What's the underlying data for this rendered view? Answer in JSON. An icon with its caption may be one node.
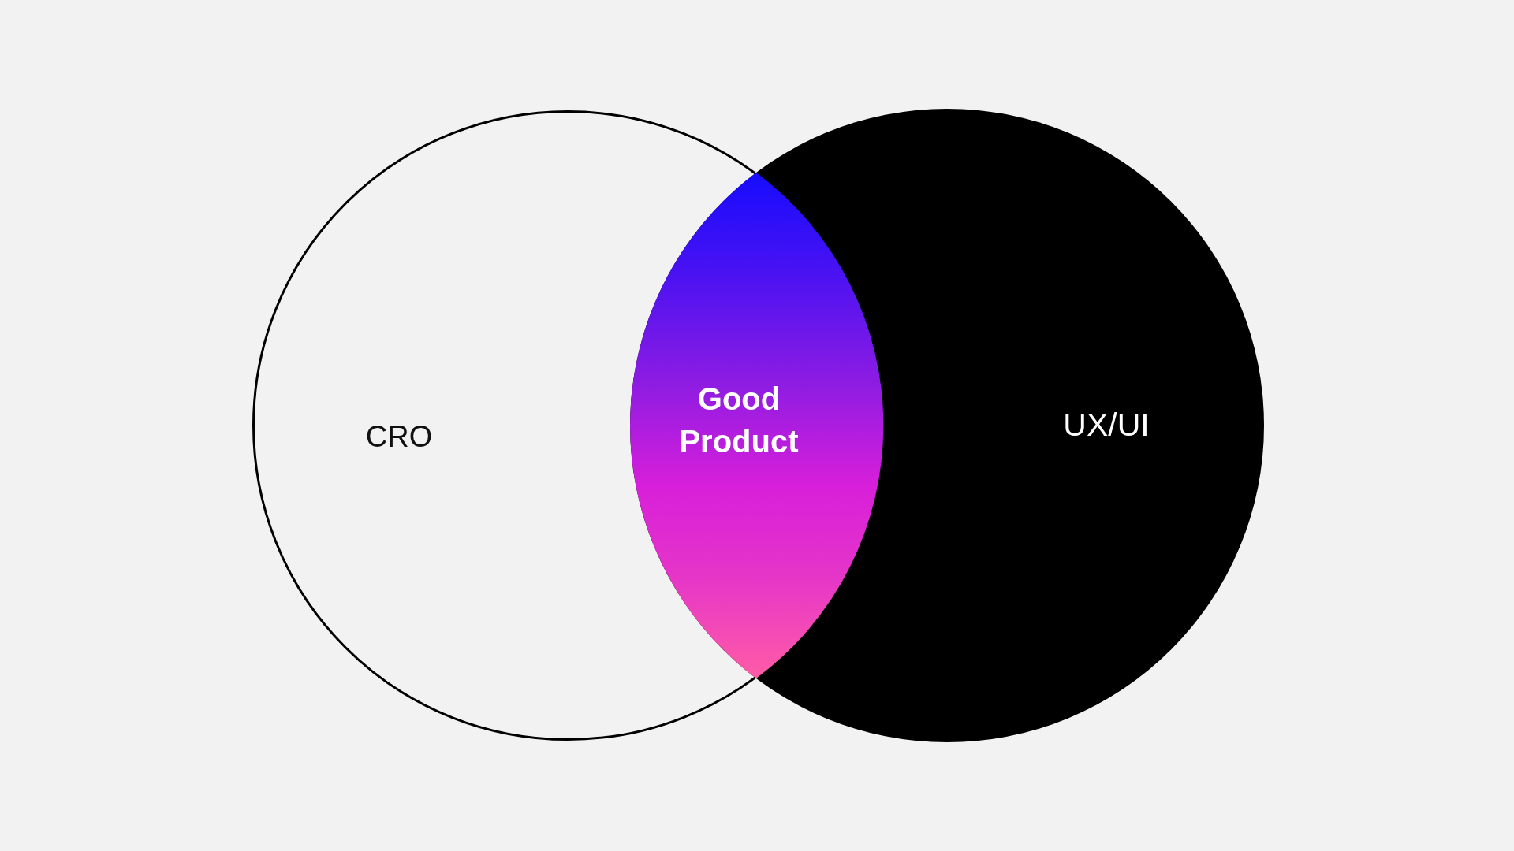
{
  "diagram": {
    "nodes": [
      {
        "text": [
          "CRO"
        ]
      },
      {
        "text": [
          "UX/UI"
        ]
      },
      {
        "text": [
          "Good Product"
        ]
      }
    ]
  }
}
